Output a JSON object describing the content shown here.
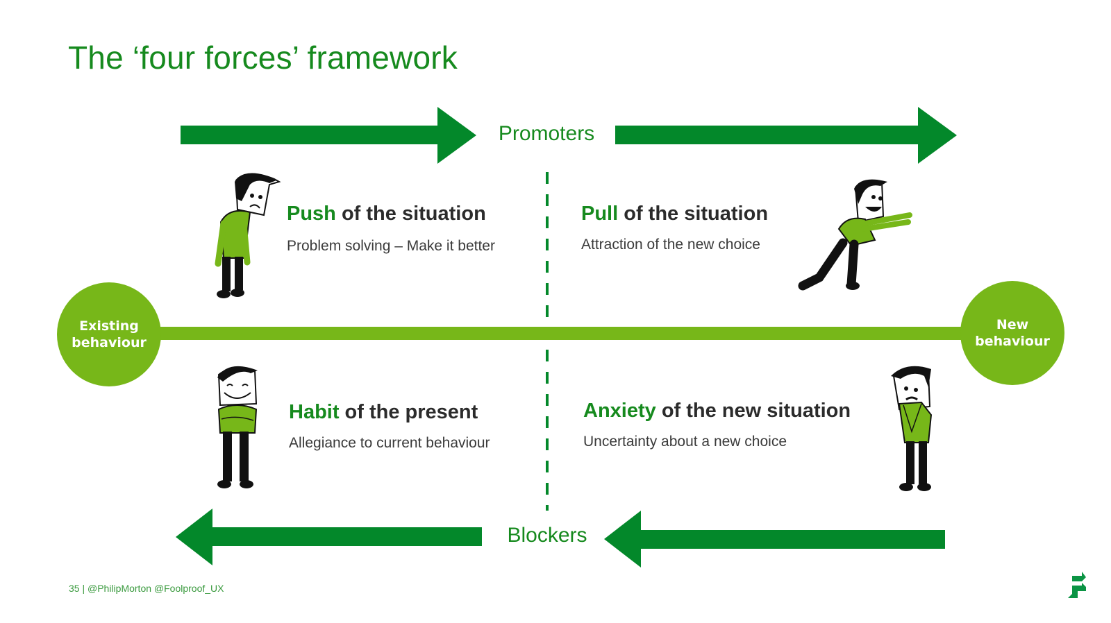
{
  "slide": {
    "title": "The ‘four forces’ framework",
    "colors": {
      "accent_dark_green": "#03882a",
      "accent_light_green": "#77b719",
      "title_green": "#168a1e",
      "text_dark": "#2b2b2b"
    }
  },
  "forces": {
    "promoters_label": "Promoters",
    "blockers_label": "Blockers"
  },
  "axis": {
    "start_label_line1": "Existing",
    "start_label_line2": "behaviour",
    "end_label_line1": "New",
    "end_label_line2": "behaviour"
  },
  "quadrants": [
    {
      "id": "push",
      "keyword": "Push",
      "title_rest": " of the situation",
      "subtitle": "Problem solving – Make it better",
      "character": "sad-slouching-person-icon"
    },
    {
      "id": "pull",
      "keyword": "Pull",
      "title_rest": " of the situation",
      "subtitle": "Attraction of the new choice",
      "character": "excited-reaching-person-icon"
    },
    {
      "id": "habit",
      "keyword": "Habit",
      "title_rest": " of the present",
      "subtitle": "Allegiance to current behaviour",
      "character": "content-arms-crossed-person-icon"
    },
    {
      "id": "anxiety",
      "keyword": "Anxiety",
      "title_rest": " of the new situation",
      "subtitle": "Uncertainty about a new choice",
      "character": "worried-person-icon"
    }
  ],
  "footer": {
    "text": "35 | @PhilipMorton @Foolproof_UX",
    "logo": "foolproof-logo-icon"
  }
}
